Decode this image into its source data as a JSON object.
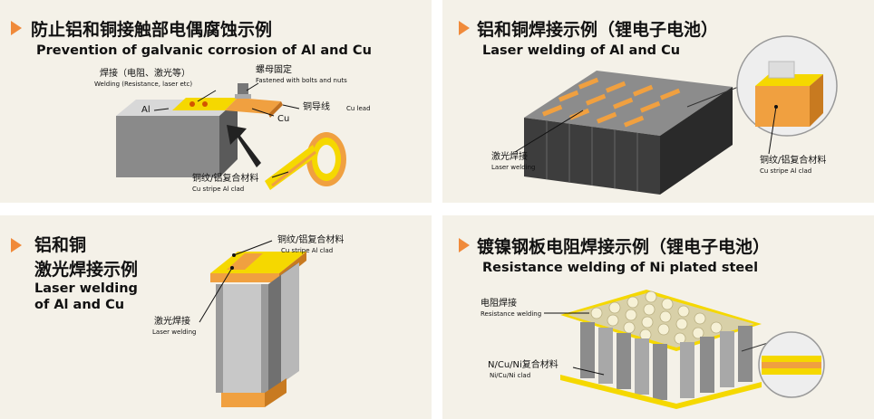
{
  "panels": {
    "p1": {
      "title_zh": "防止铝和铜接触部电偶腐蚀示例",
      "title_en": "Prevention of galvanic corrosion of Al and Cu",
      "welding_zh": "焊接（电阻、激光等）",
      "welding_en": "Welding (Resistance, laser etc)",
      "bolts_zh": "螺母固定",
      "bolts_en": "Fastened with bolts and nuts",
      "al": "Al",
      "cu": "Cu",
      "lead_zh": "铜导线",
      "lead_en": "Cu lead",
      "clad_zh": "铜纹/铝复合材料",
      "clad_en": "Cu stripe Al clad"
    },
    "p2": {
      "title_zh": "铝和铜焊接示例（锂电子电池）",
      "title_en": "Laser welding of Al and Cu",
      "laser_zh": "激光焊接",
      "laser_en": "Laser welding",
      "clad_zh": "铜纹/铝复合材料",
      "clad_en": "Cu stripe Al clad"
    },
    "p3": {
      "title_zh_1": "铝和铜",
      "title_zh_2": "激光焊接示例",
      "title_en_1": "Laser welding",
      "title_en_2": "of Al and Cu",
      "clad_zh": "铜纹/铝复合材料",
      "clad_en": "Cu stripe Al clad",
      "laser_zh": "激光焊接",
      "laser_en": "Laser welding"
    },
    "p4": {
      "title_zh": "镀镍钢板电阻焊接示例（锂电子电池）",
      "title_en": "Resistance welding of Ni plated steel",
      "res_zh": "电阻焊接",
      "res_en": "Resistance welding",
      "clad_zh": "N/Cu/Ni复合材料",
      "clad_en": "Ni/Cu/Ni clad"
    }
  },
  "colors": {
    "panel_bg": "#f4f1e8",
    "accent_triangle": "#f08a3a",
    "copper": "#f0a040",
    "yellow": "#f5d800",
    "gray_dark": "#444444"
  }
}
